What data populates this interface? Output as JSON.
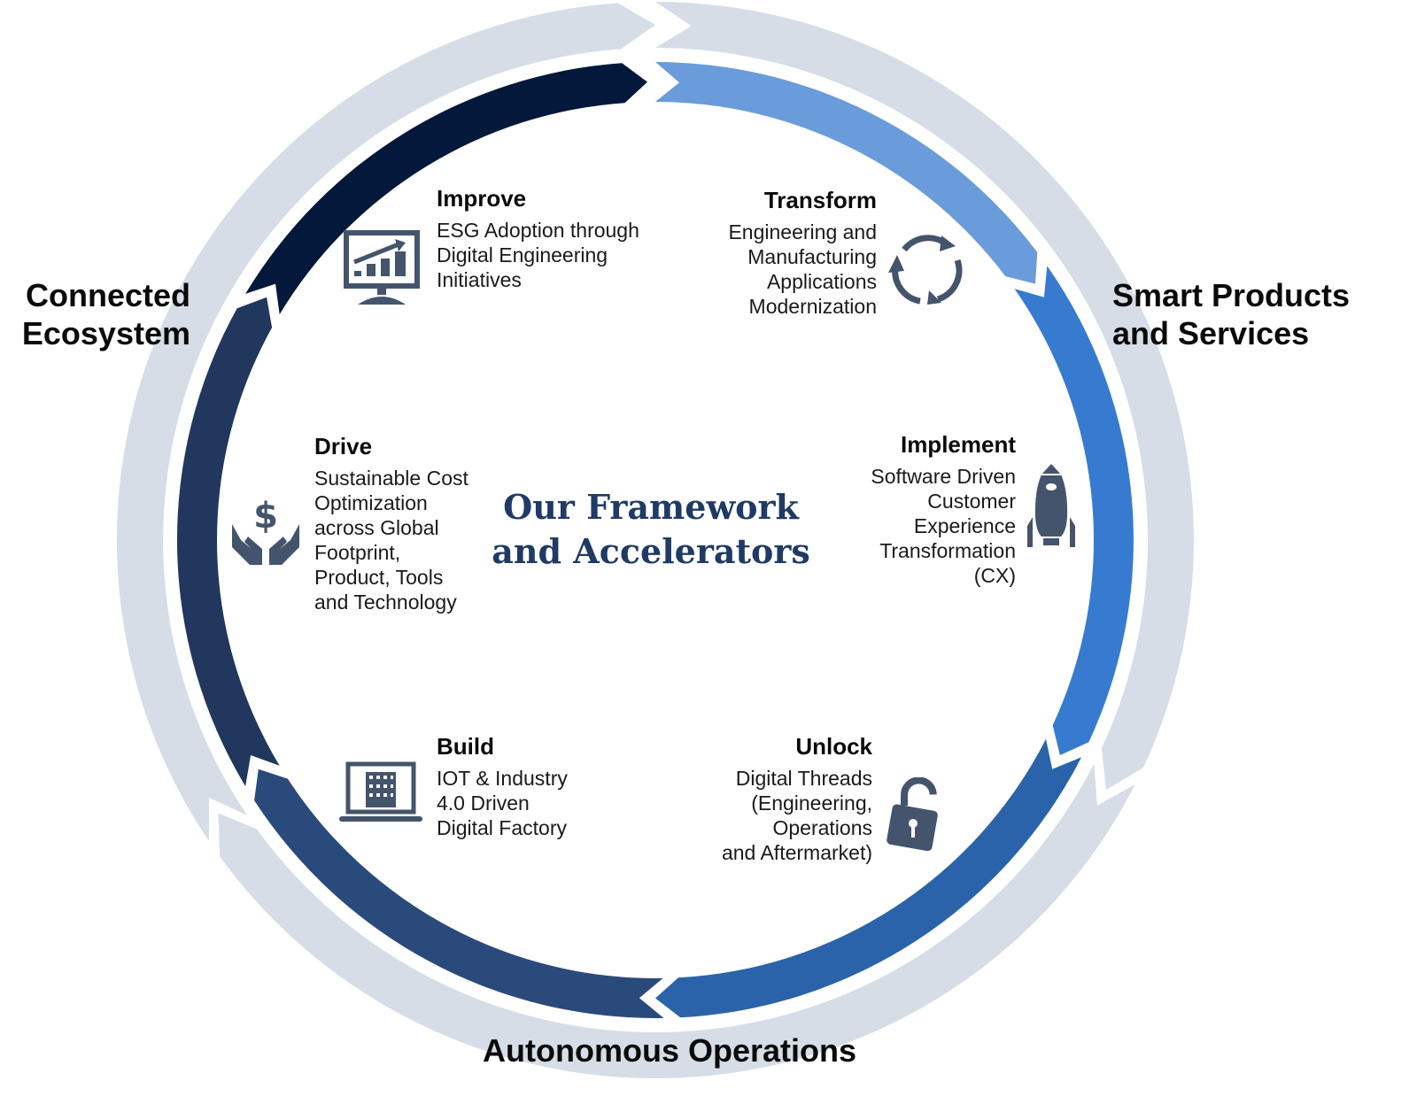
{
  "outer_labels": {
    "connected": [
      "Connected",
      "Ecosystem"
    ],
    "smart": [
      "Smart Products",
      "and Services"
    ],
    "autonomous": "Autonomous Operations"
  },
  "center_title": [
    "Our Framework",
    "and Accelerators"
  ],
  "stages": {
    "improve": {
      "title": "Improve",
      "lines": [
        "ESG Adoption through",
        "Digital Engineering",
        "Initiatives"
      ],
      "icon": "monitor-chart-icon"
    },
    "transform": {
      "title": "Transform",
      "lines": [
        "Engineering and",
        "Manufacturing",
        "Applications",
        "Modernization"
      ],
      "icon": "refresh-icon"
    },
    "implement": {
      "title": "Implement",
      "lines": [
        "Software Driven",
        "Customer",
        "Experience",
        "Transformation",
        "(CX)"
      ],
      "icon": "rocket-icon"
    },
    "unlock": {
      "title": "Unlock",
      "lines": [
        "Digital Threads",
        "(Engineering,",
        "Operations",
        "and Aftermarket)"
      ],
      "icon": "unlock-icon"
    },
    "build": {
      "title": "Build",
      "lines": [
        "IOT & Industry",
        "4.0 Driven",
        "Digital Factory"
      ],
      "icon": "laptop-factory-icon"
    },
    "drive": {
      "title": "Drive",
      "lines": [
        "Sustainable Cost",
        "Optimization",
        "across Global",
        "Footprint,",
        "Product, Tools",
        "and Technology"
      ],
      "icon": "hands-dollar-icon"
    }
  },
  "colors": {
    "outer_ring": "#d6dde7",
    "transform": "#6a9bdb",
    "implement": "#377bd0",
    "unlock": "#2a63a9",
    "build": "#2a4a7b",
    "drive": "#21375e",
    "improve": "#03183a",
    "icon": "#45546d",
    "title": "#1f3a64"
  }
}
